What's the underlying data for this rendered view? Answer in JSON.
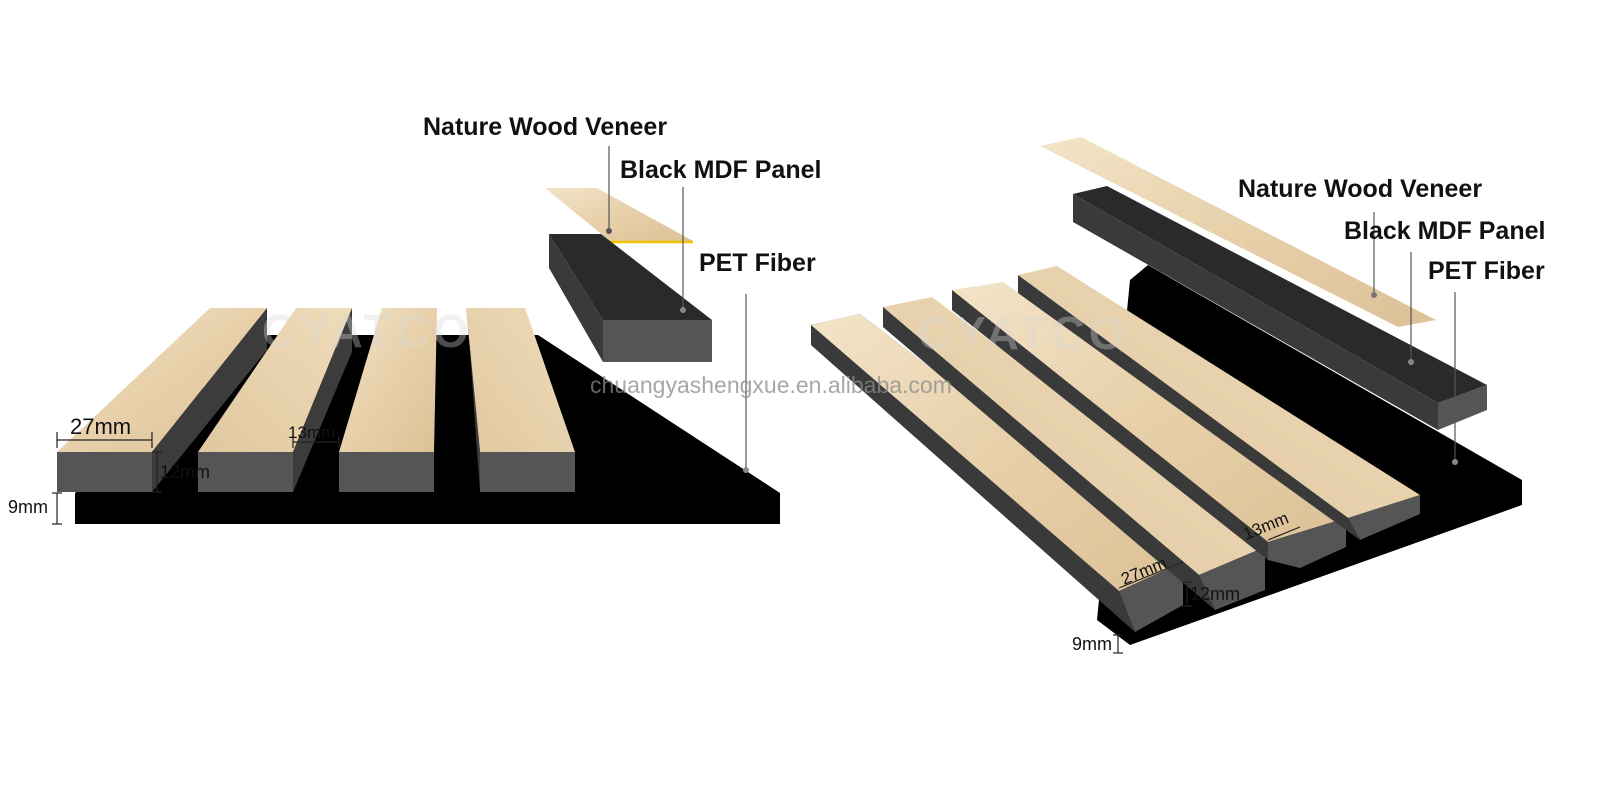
{
  "colors": {
    "wood_light": "#eedcbc",
    "wood_mid": "#dcc196",
    "slat_side": "#555555",
    "slat_side_dark": "#3c3c3c",
    "felt": "#000000",
    "glue": "#f2c300"
  },
  "watermark": {
    "logo_text": "CYATCO",
    "url_text": "chuangyashengxue.en.alibaba.com"
  },
  "left_view": {
    "labels": {
      "veneer": "Nature Wood Veneer",
      "mdf": "Black MDF Panel",
      "pet": "PET Fiber"
    },
    "dimensions": {
      "width": "27mm",
      "gap": "13mm",
      "slat_height": "12mm",
      "felt_thickness": "9mm"
    }
  },
  "right_view": {
    "labels": {
      "veneer": "Nature Wood Veneer",
      "mdf": "Black MDF Panel",
      "pet": "PET Fiber"
    },
    "dimensions": {
      "width": "27mm",
      "gap": "13mm",
      "slat_height": "12mm",
      "felt_thickness": "9mm"
    }
  }
}
